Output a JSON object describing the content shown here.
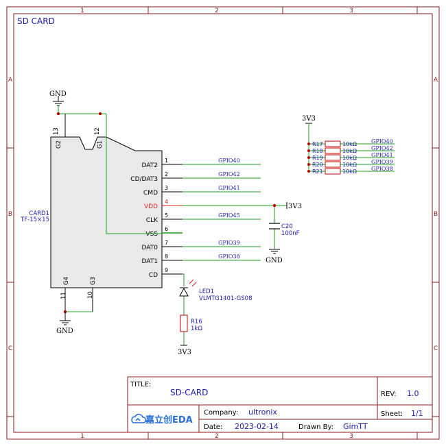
{
  "colors": {
    "frame": "#8b1a1a",
    "wire": "#1e9e1e",
    "net_label": "#1a1ab0",
    "body_fill": "#e9e9e9",
    "pin_highlight": "#e02020",
    "junction": "#c00000",
    "symbol": "#000000"
  },
  "border": {
    "columns": [
      "1",
      "2",
      "3"
    ],
    "rows": [
      "A",
      "B",
      "C"
    ]
  },
  "sheet_title": "SD CARD",
  "card": {
    "designator": "CARD1",
    "value": "TF-15×15",
    "top_pins": [
      {
        "number": "13",
        "name": "G2"
      },
      {
        "number": "12",
        "name": "G1"
      }
    ],
    "bottom_pins": [
      {
        "number": "11",
        "name": "G4"
      },
      {
        "number": "10",
        "name": "G3"
      }
    ],
    "right_pins": [
      {
        "name": "DAT2",
        "number": "1",
        "net": "GPIO40"
      },
      {
        "name": "CD/DAT3",
        "number": "2",
        "net": "GPIO42"
      },
      {
        "name": "CMD",
        "number": "3",
        "net": "GPIO41"
      },
      {
        "name": "VDD",
        "number": "4",
        "net": "3V3"
      },
      {
        "name": "CLK",
        "number": "5",
        "net": "GPIO45"
      },
      {
        "name": "VSS",
        "number": "6",
        "net": ""
      },
      {
        "name": "DAT0",
        "number": "7",
        "net": "GPIO39"
      },
      {
        "name": "DAT1",
        "number": "8",
        "net": "GPIO38"
      },
      {
        "name": "CD",
        "number": "9",
        "net": ""
      }
    ]
  },
  "power": {
    "gnd_top": "GND",
    "gnd_bottom": "GND",
    "gnd_cap": "GND",
    "vdd_3v3": "3V3",
    "pullup_3v3": "3V3",
    "r16_3v3": "3V3"
  },
  "cap": {
    "designator": "C20",
    "value": "100nF"
  },
  "led": {
    "designator": "LED1",
    "value": "VLMTG1401-GS08"
  },
  "r16": {
    "designator": "R16",
    "value": "1kΩ"
  },
  "pullups": [
    {
      "designator": "R17",
      "value": "10kΩ",
      "net": "GPIO40"
    },
    {
      "designator": "R18",
      "value": "10kΩ",
      "net": "GPIO42"
    },
    {
      "designator": "R19",
      "value": "10kΩ",
      "net": "GPIO41"
    },
    {
      "designator": "R20",
      "value": "10kΩ",
      "net": "GPIO39"
    },
    {
      "designator": "R21",
      "value": "10kΩ",
      "net": "GPIO38"
    }
  ],
  "title_block": {
    "title_label": "TITLE:",
    "title": "SD-CARD",
    "rev_label": "REV:",
    "rev": "1.0",
    "company_label": "Company:",
    "company": "ultronix",
    "sheet_label": "Sheet:",
    "sheet": "1/1",
    "date_label": "Date:",
    "date": "2023-02-14",
    "drawn_label": "Drawn By:",
    "drawn_by": "GimTT",
    "logo_text": "嘉立创EDA"
  }
}
